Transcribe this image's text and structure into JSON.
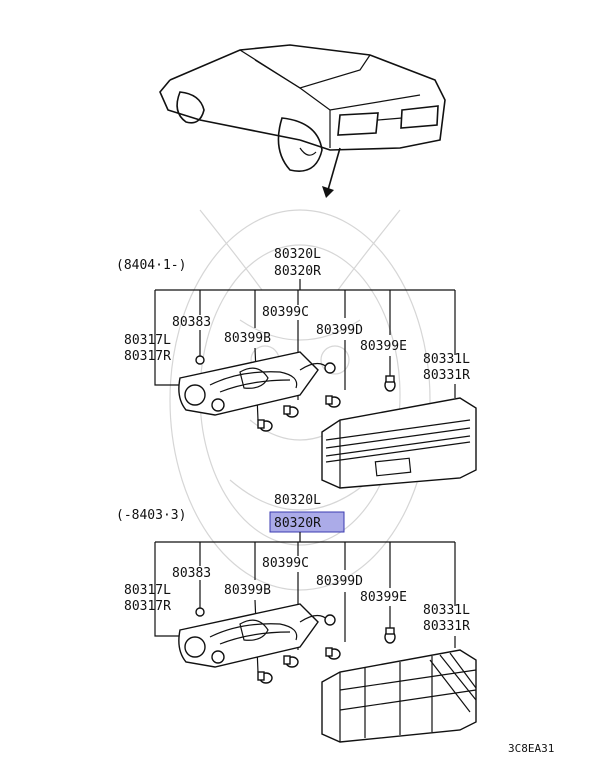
{
  "diagram": {
    "code": "3C8EA31",
    "upper": {
      "date_range": "(8404·1-)",
      "parts": {
        "p80320L": "80320L",
        "p80320R": "80320R",
        "p80383": "80383",
        "p80399C": "80399C",
        "p80317L": "80317L",
        "p80317R": "80317R",
        "p80399B": "80399B",
        "p80399D": "80399D",
        "p80399E": "80399E",
        "p80331L": "80331L",
        "p80331R": "80331R"
      }
    },
    "lower": {
      "date_range": "(-8403·3)",
      "parts": {
        "p80320L": "80320L",
        "p80320R": "80320R",
        "p80383": "80383",
        "p80399C": "80399C",
        "p80317L": "80317L",
        "p80317R": "80317R",
        "p80399B": "80399B",
        "p80399D": "80399D",
        "p80399E": "80399E",
        "p80331L": "80331L",
        "p80331R": "80331R"
      }
    },
    "highlighted_part": "80320R",
    "colors": {
      "highlight": "#8f8fe0",
      "line": "#111111",
      "watermark": "#d6d6d6"
    }
  }
}
